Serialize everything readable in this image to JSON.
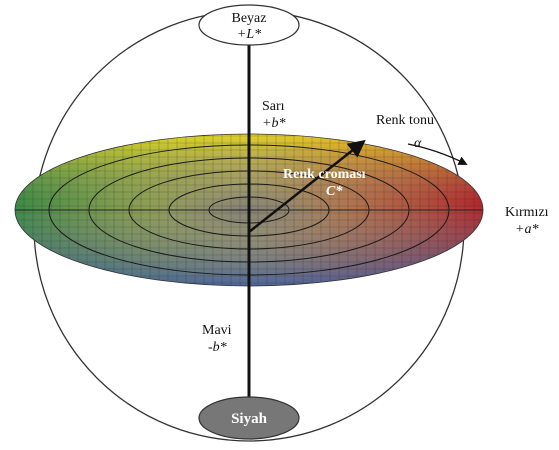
{
  "diagram": {
    "white_pole": {
      "name": "Beyaz",
      "axis": "+L*"
    },
    "black_pole": {
      "name": "Siyah"
    },
    "yellow_axis": {
      "name": "Sarı",
      "axis": "+b*"
    },
    "blue_axis": {
      "name": "Mavi",
      "axis": "-b*"
    },
    "red_axis": {
      "name": "Kırmızı",
      "axis": "+a*"
    },
    "hue": {
      "label": "Renk tonu",
      "symbol": "α"
    },
    "chroma": {
      "label": "Renk croması",
      "symbol": "C*"
    }
  },
  "colors": {
    "sphere_outline": "#333333",
    "axis": "#111111",
    "black_pole_fill": "#777777",
    "disc_yellow": "#e8d21a",
    "disc_red": "#c21c1c",
    "disc_blue": "#2f4f93",
    "disc_green": "#3a8a3a"
  }
}
